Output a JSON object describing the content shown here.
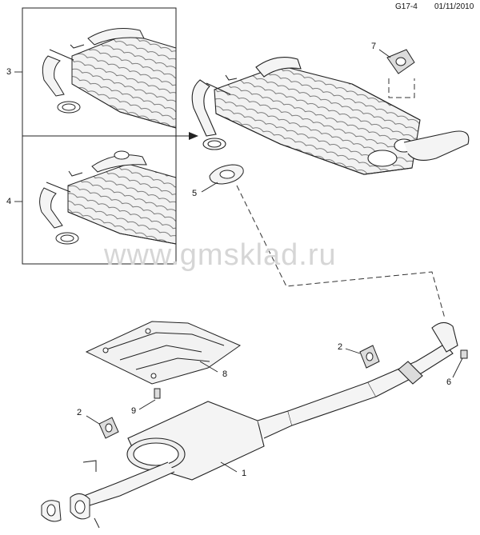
{
  "header": {
    "code": "G17-4",
    "date": "01/11/2010"
  },
  "watermark": "www.gmsklad.ru",
  "callouts": [
    {
      "id": "c1",
      "label": "1"
    },
    {
      "id": "c2a",
      "label": "2"
    },
    {
      "id": "c2b",
      "label": "2"
    },
    {
      "id": "c3",
      "label": "3"
    },
    {
      "id": "c4",
      "label": "4"
    },
    {
      "id": "c5",
      "label": "5"
    },
    {
      "id": "c6",
      "label": "6"
    },
    {
      "id": "c7",
      "label": "7"
    },
    {
      "id": "c8",
      "label": "8"
    },
    {
      "id": "c9",
      "label": "9"
    }
  ],
  "colors": {
    "line": "#222222",
    "fill": "#f4f4f4",
    "shade": "#cfcfcf",
    "watermark": "#d6d6d6"
  }
}
